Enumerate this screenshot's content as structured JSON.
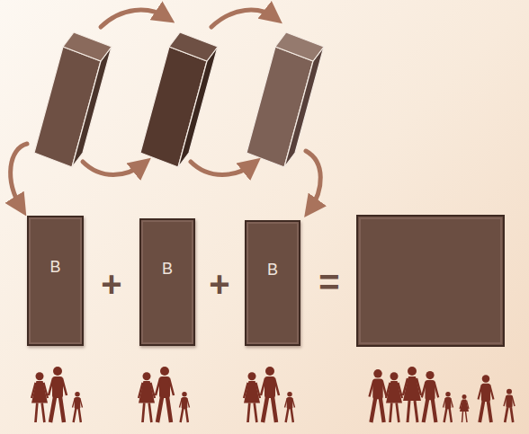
{
  "diagram": {
    "nodes": [
      {
        "text": [
          "B"
        ]
      },
      {
        "text": [
          "B"
        ]
      },
      {
        "text": [
          "B"
        ]
      }
    ],
    "labels": [
      "+",
      "+",
      "="
    ]
  }
}
